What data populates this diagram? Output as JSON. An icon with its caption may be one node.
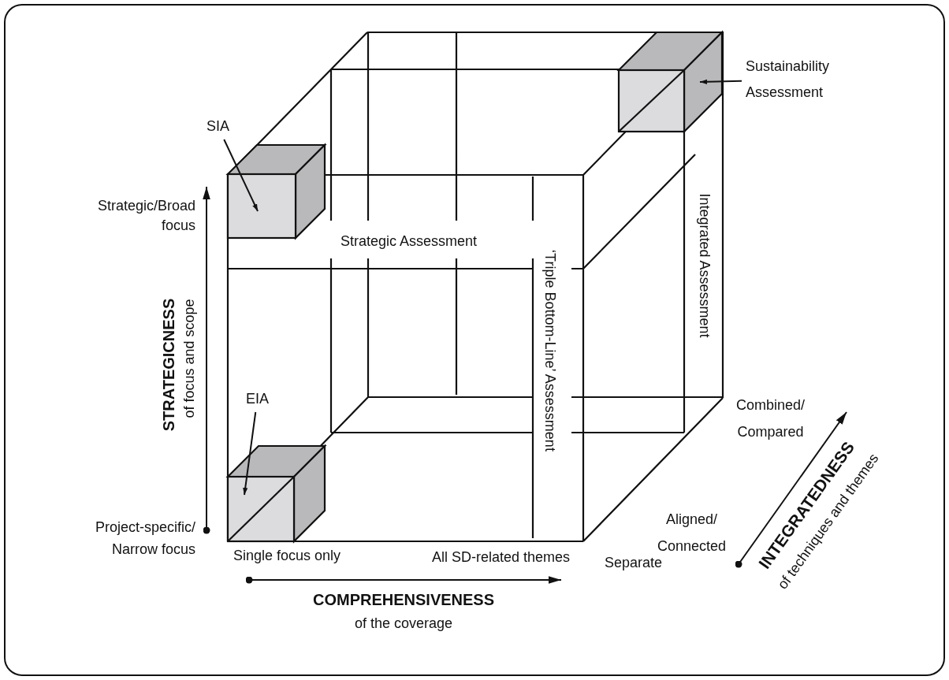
{
  "diagram": {
    "nodes": [
      {
        "text": [
          "Sustainability Assessment"
        ]
      },
      {
        "text": [
          "SIA"
        ]
      },
      {
        "text": [],
        "shape": "cube"
      },
      {
        "text": [],
        "shape": "cube"
      },
      {
        "text": [
          "EIA"
        ]
      },
      {
        "text": [],
        "shape": "cube"
      }
    ],
    "edges": [
      {
        "from": 0,
        "to": 3,
        "arrow": "to"
      },
      {
        "from": 1,
        "to": 2,
        "arrow": "to"
      },
      {
        "from": 4,
        "to": 5,
        "arrow": "to"
      }
    ],
    "labels": [
      "Strategic/Broad focus",
      "Strategic Assessment",
      "‘Triple Bottom-Line’ Assessment",
      "Integrated Assessment",
      "STRATEGICNESS",
      "of focus and scope",
      "Combined/ Compared",
      "Project-specific/ Narrow focus",
      "Single focus only",
      "All SD-related themes",
      "Aligned/ Connected",
      "Separate",
      "COMPREHENSIVENESS",
      "of the coverage",
      "INTEGRATEDNESS",
      "of techniques and themes"
    ]
  }
}
